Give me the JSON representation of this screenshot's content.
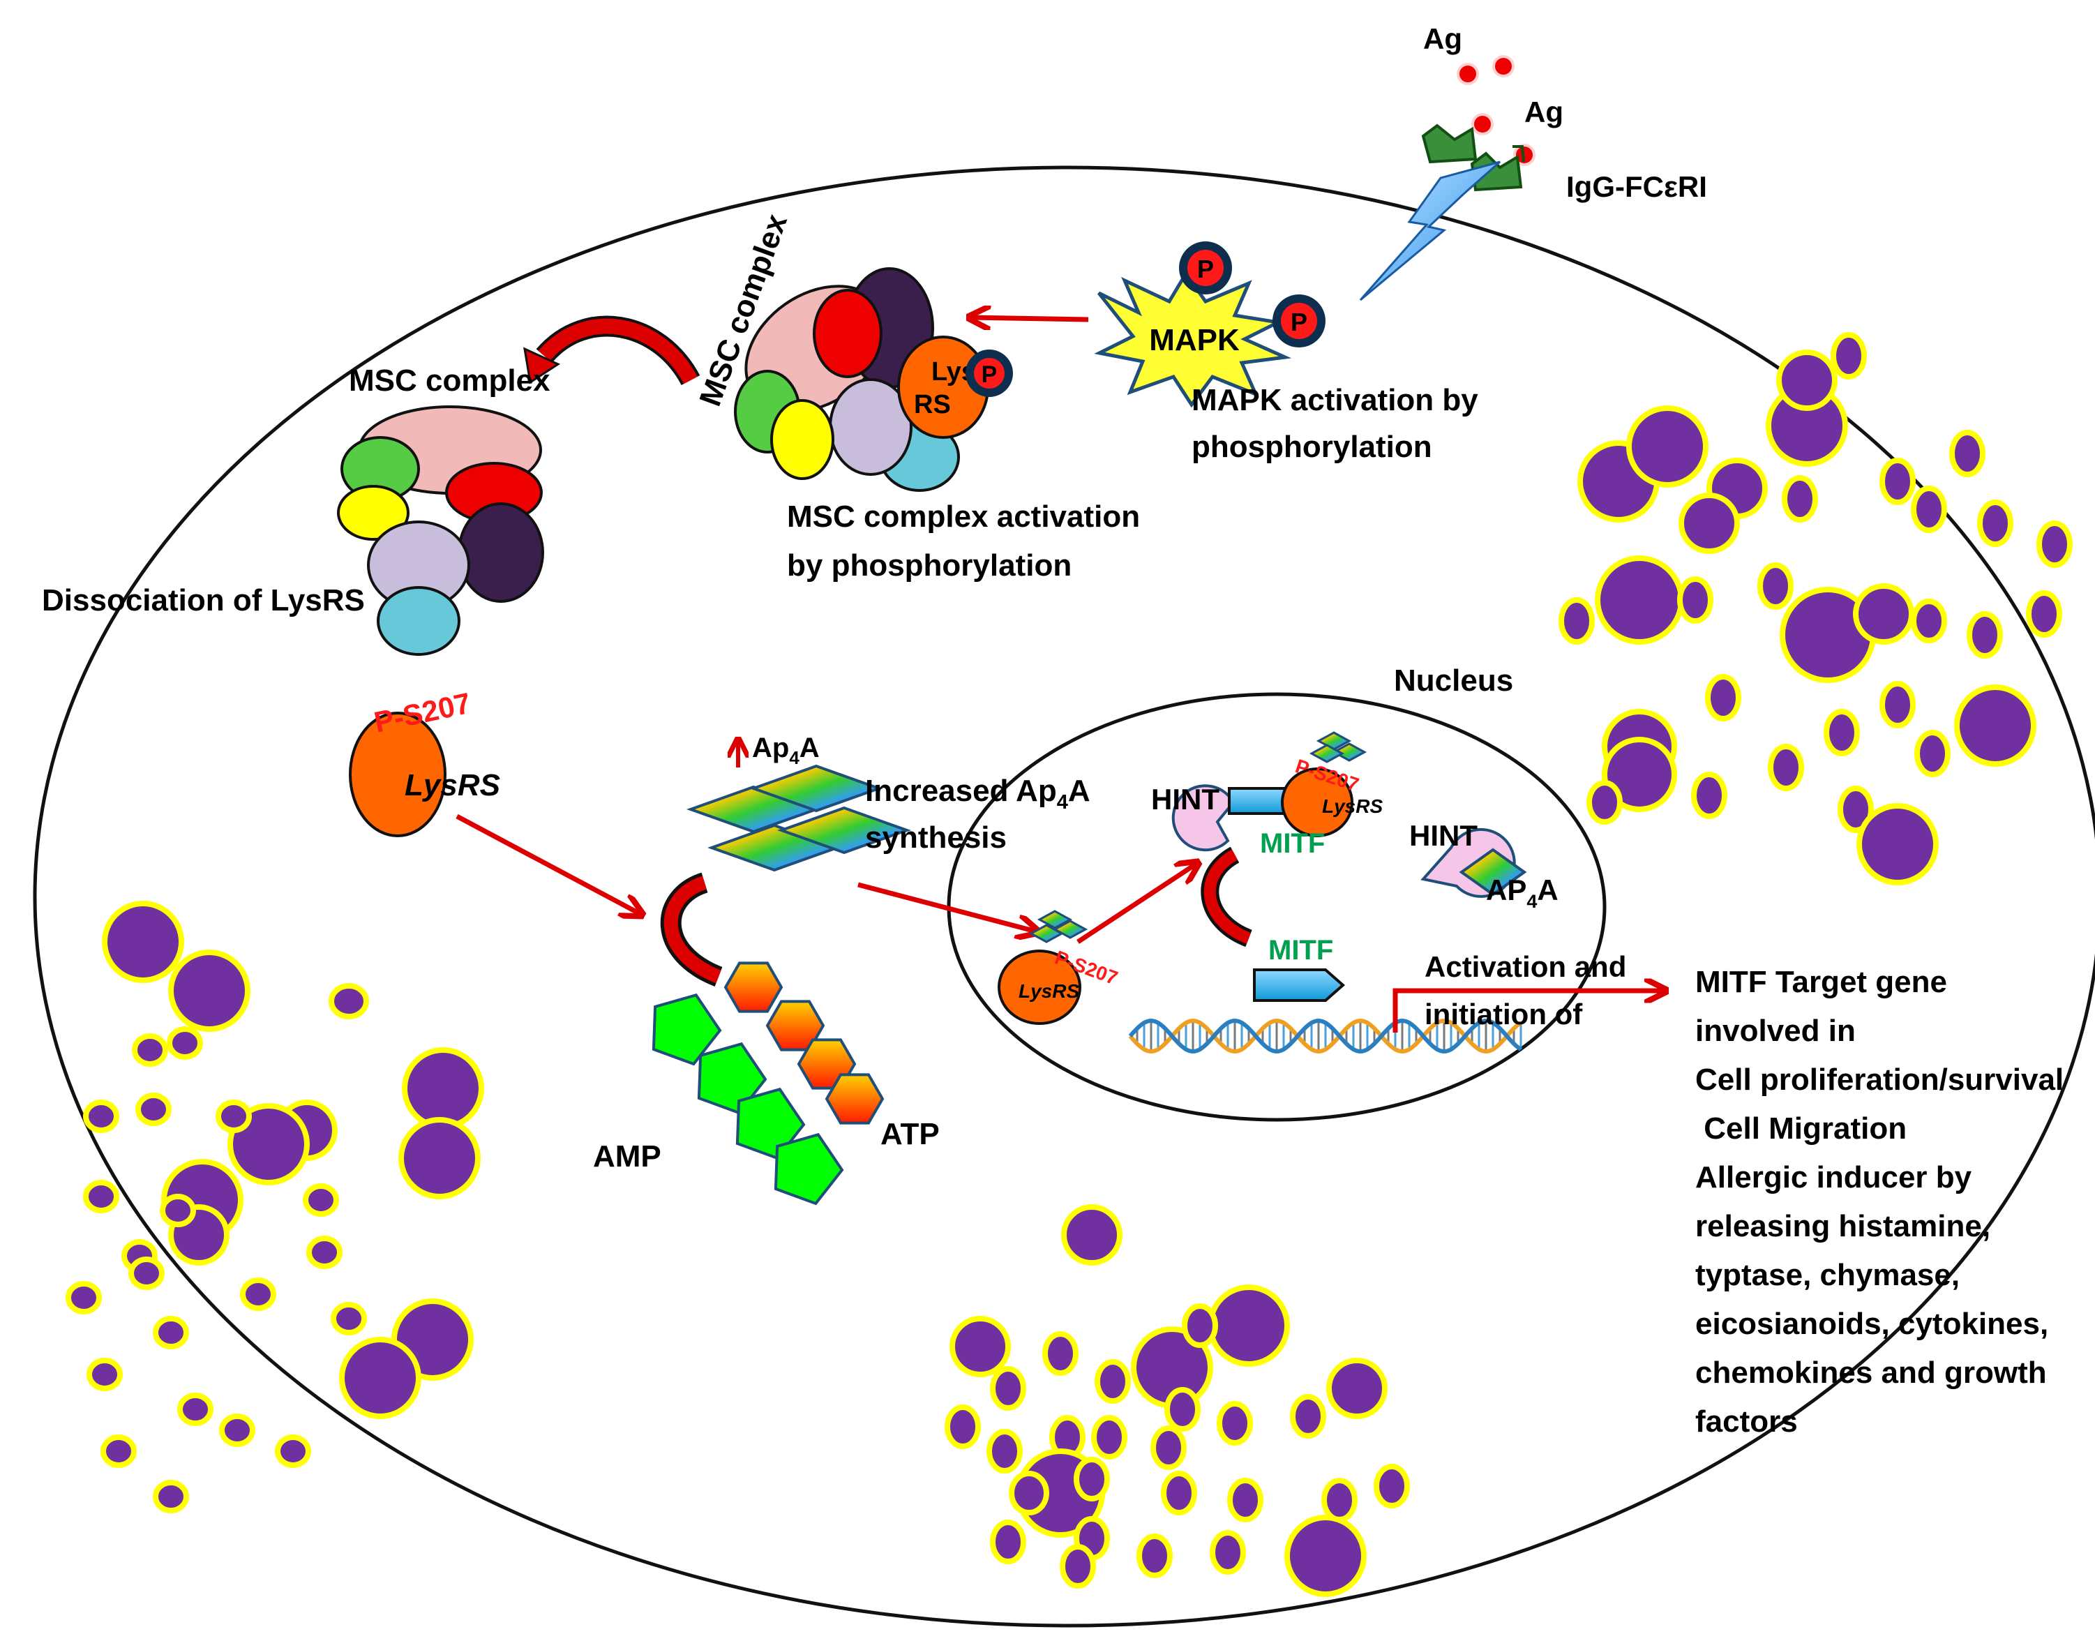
{
  "labels": {
    "ag_top": "Ag",
    "ag_side": "Ag",
    "receptor": "IgG-FCεRI",
    "msc_rotated": "MSC complex",
    "msc_left": "MSC complex",
    "mapk": "MAPK",
    "p": "P",
    "lys_line1": "Lys",
    "lys_line2": "RS",
    "mapk_caption_1": "MAPK  activation by",
    "mapk_caption_2": "phosphorylation",
    "msc_caption_1": "MSC complex activation",
    "msc_caption_2": "by phosphorylation",
    "dissociation": "Dissociation of LysRS",
    "ps207": "P-S207",
    "lysrs": "LysRS",
    "ap4a_top": "Ap4A",
    "increased_1": "Increased Ap4A",
    "increased_2": "synthesis",
    "nucleus": "Nucleus",
    "hint_1": "HINT",
    "hint_2": "HINT",
    "ap4a_nuc": "AP4A",
    "mitf_green": "MITF",
    "mitf_gene": "MITF",
    "activation_1": "Activation and",
    "activation_2": "initiation of",
    "amp": "AMP",
    "atp": "ATP",
    "ps207_small": "P-S207",
    "lysrs_small": "LysRS"
  },
  "target_list": [
    "MITF Target gene",
    "involved in",
    "Cell proliferation/survival",
    " Cell Migration",
    "Allergic inducer by",
    "releasing histamine,",
    "typtase, chymase,",
    "eicosianoids, cytokines,",
    "chemokines and growth",
    "factors"
  ],
  "colors": {
    "granule_fill": "#7030a0",
    "granule_stroke": "#ffff00",
    "arrow": "#dd0000",
    "lysrs_orange": "#ff6600",
    "mapk_star": "#ffff33",
    "p_red": "#ff0000",
    "mitf_green": "#00a050",
    "nucleotide_green": "#00ff00"
  },
  "icons": [
    "lightning-icon",
    "dna-helix-icon",
    "arrow-icon",
    "phospho-icon"
  ]
}
